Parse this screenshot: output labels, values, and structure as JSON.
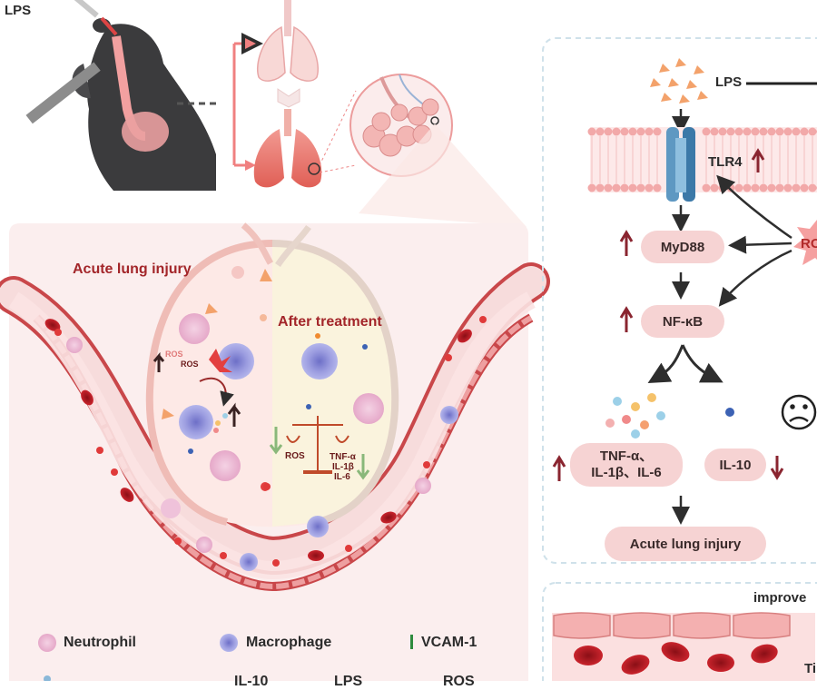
{
  "top": {
    "lps_label": "LPS"
  },
  "alveolus": {
    "acute_label": "Acute lung injury",
    "after_label": "After treatment",
    "ros_small_1": "ROS",
    "ros_small_2": "ROS",
    "ros_balance": "ROS",
    "cytokines": [
      "TNF-α",
      "IL-1β",
      "IL-6"
    ]
  },
  "legend": {
    "items": [
      {
        "label": "Neutrophil",
        "icon": "neutrophil-icon"
      },
      {
        "label": "Macrophage",
        "icon": "macrophage-icon"
      },
      {
        "label": "VCAM-1",
        "icon": "vcam-icon"
      }
    ],
    "cut_row": [
      "IL-10",
      "LPS",
      "ROS"
    ]
  },
  "pathway": {
    "lps": "LPS",
    "tlr4": "TLR4",
    "ros_cut": "RO",
    "myd88": "MyD88",
    "nfkb": "NF-κB",
    "cytokines_up_line1": "TNF-α、",
    "cytokines_up_line2": "IL-1β、IL-6",
    "il10": "IL-10",
    "outcome": "Acute lung injury",
    "improve_cut": "improve",
    "bottom_cut": "Ti"
  },
  "colors": {
    "accent": "#b22a2a",
    "pill": "#f6d3d3",
    "membrane": "#f2b4b4",
    "receptor": "#5e98c2",
    "macrophage": "#8f90d8",
    "neutrophil": "#e8a6c9"
  }
}
